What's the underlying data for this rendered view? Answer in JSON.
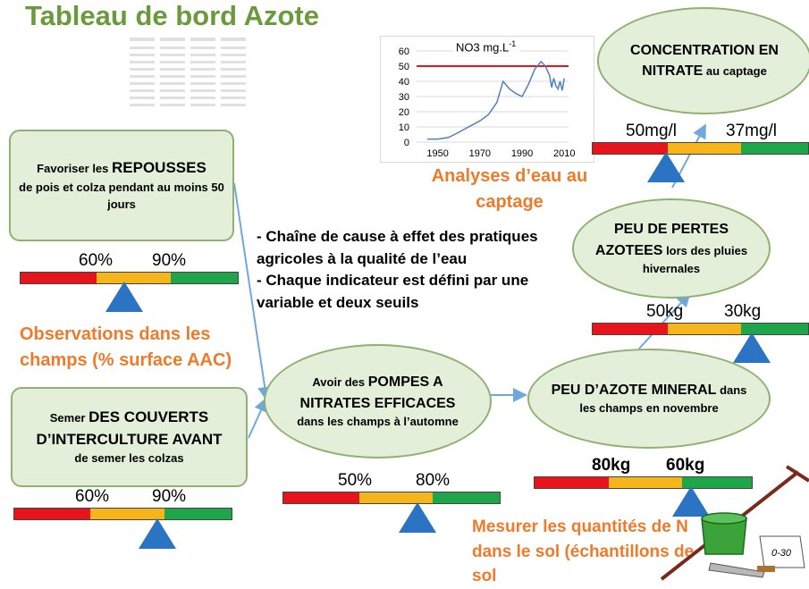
{
  "header": {
    "title": "Tableau de bord Azote"
  },
  "chart_data": {
    "type": "line",
    "title": "NO3 mg.L",
    "title_sup": "-1",
    "x_ticks": [
      "1950",
      "1970",
      "1990",
      "2010"
    ],
    "y_ticks": [
      "0",
      "10",
      "20",
      "30",
      "40",
      "50",
      "60"
    ],
    "ylim": [
      0,
      60
    ],
    "xlim": [
      1940,
      2012
    ],
    "grid": true,
    "threshold": {
      "value": 50,
      "color": "#e8141b"
    },
    "series": [
      {
        "color": "#4f81bd",
        "x": [
          1945,
          1950,
          1955,
          1958,
          1962,
          1966,
          1970,
          1974,
          1978,
          1981,
          1984,
          1987,
          1990,
          1993,
          1996,
          1999,
          2001,
          2003,
          2004,
          2005,
          2006,
          2007,
          2008,
          2009,
          2010
        ],
        "y": [
          2,
          2,
          3,
          5,
          8,
          11,
          14,
          18,
          26,
          40,
          35,
          32,
          30,
          38,
          48,
          53,
          50,
          44,
          36,
          42,
          37,
          35,
          40,
          34,
          42
        ]
      }
    ]
  },
  "labels": {
    "analyses": "Analyses d’eau au captage",
    "observations": "Observations dans les champs (% surface AAC)",
    "mesurer": "Mesurer les quantités de N dans le sol (échantillons de sol",
    "note_line1": "- Chaîne de cause à effet des pratiques agricoles à la qualité de l’eau",
    "note_line2": "- Chaque indicateur est défini par une variable et deux seuils",
    "sample_label": "0-30"
  },
  "boxes": {
    "repousses": {
      "pre": "Favoriser les ",
      "big": "REPOUSSES",
      "post": "de pois et colza pendant au moins 50 jours"
    },
    "couverts": {
      "pre": "Semer ",
      "big": "DES COUVERTS D’INTERCULTURE AVANT",
      "post": "de semer les colzas"
    },
    "pompes": {
      "pre": "Avoir des ",
      "big": "POMPES A NITRATES EFFICACES",
      "post": " dans les champs à l’automne"
    },
    "azote": {
      "big": "PEU D’AZOTE MINERAL",
      "post": " dans les champs en novembre"
    },
    "pertes": {
      "big": "PEU DE PERTES AZOTEES",
      "post": " lors des pluies hivernales"
    },
    "concentration": {
      "big": "CONCENTRATION EN NITRATE",
      "post": " au captage"
    }
  },
  "gauges": {
    "repousses": {
      "t1": "60%",
      "t2": "90%"
    },
    "couverts": {
      "t1": "60%",
      "t2": "90%"
    },
    "pompes": {
      "t1": "50%",
      "t2": "80%"
    },
    "azote": {
      "t1": "80kg",
      "t2": "60kg"
    },
    "pertes": {
      "t1": "50kg",
      "t2": "30kg"
    },
    "concentration": {
      "t1": "50mg/l",
      "t2": "37mg/l"
    }
  },
  "colors": {
    "title": "#6a9a3c",
    "accent_orange": "#f07a2a",
    "marker": "#2b73c3",
    "arrow": "#6fa8dc"
  }
}
